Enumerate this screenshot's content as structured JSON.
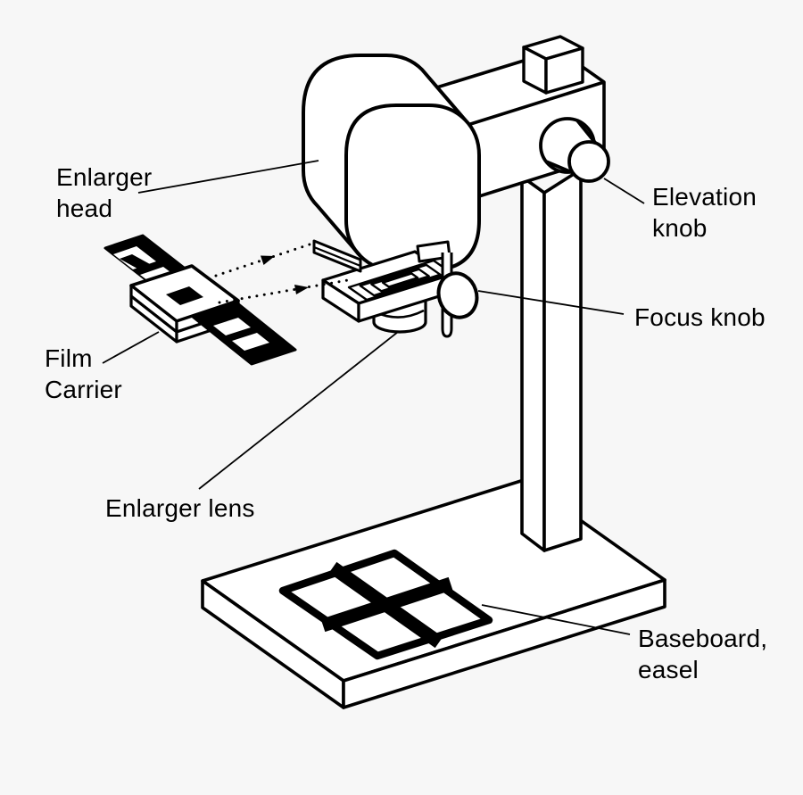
{
  "figure": {
    "type": "labeled-diagram",
    "subject": "photographic enlarger",
    "colors": {
      "background": "#f7f7f7",
      "ink": "#000000",
      "paper": "#ffffff"
    },
    "labels": {
      "enlarger_head": {
        "line1": "Enlarger",
        "line2": "head"
      },
      "elevation_knob": {
        "line1": "Elevation",
        "line2": "knob"
      },
      "focus_knob": {
        "line1": "Focus knob"
      },
      "film_carrier": {
        "line1": "Film",
        "line2": "Carrier"
      },
      "enlarger_lens": {
        "line1": "Enlarger lens"
      },
      "baseboard_easel": {
        "line1": "Baseboard,",
        "line2": "easel"
      }
    }
  }
}
